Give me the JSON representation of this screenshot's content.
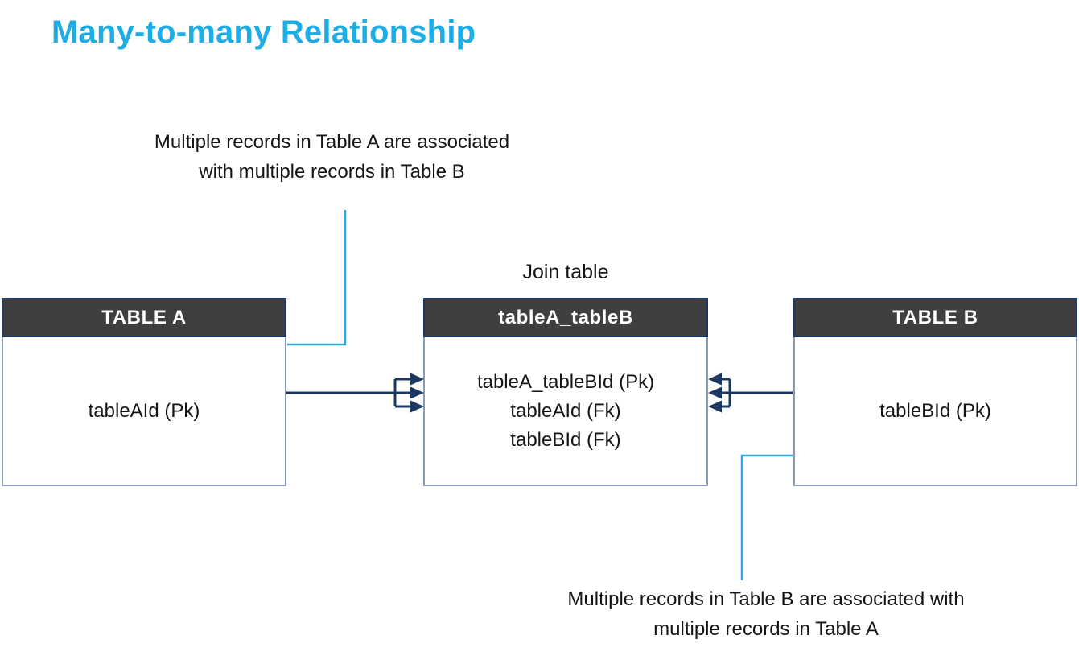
{
  "title": "Many-to-many Relationship",
  "join_label": "Join table",
  "annotations": {
    "top": {
      "line1": "Multiple records in Table A are associated",
      "line2": "with multiple records in Table B"
    },
    "bottom": {
      "line1": "Multiple records in Table B are associated with",
      "line2": "multiple records in Table A"
    }
  },
  "tables": [
    {
      "header": "TABLE A",
      "fields": [
        "tableAId (Pk)"
      ]
    },
    {
      "header": "tableA_tableB",
      "fields": [
        "tableA_tableBId (Pk)",
        "tableAId (Fk)",
        "tableBId (Fk)"
      ]
    },
    {
      "header": "TABLE B",
      "fields": [
        "tableBId (Pk)"
      ]
    }
  ],
  "colors": {
    "accent_blue": "#1CADE4",
    "leader_blue": "#29ABE2",
    "navy": "#1B3863",
    "header_bg": "#3F3F3F",
    "box_border": "#8A9AB5",
    "text": "#151515"
  }
}
